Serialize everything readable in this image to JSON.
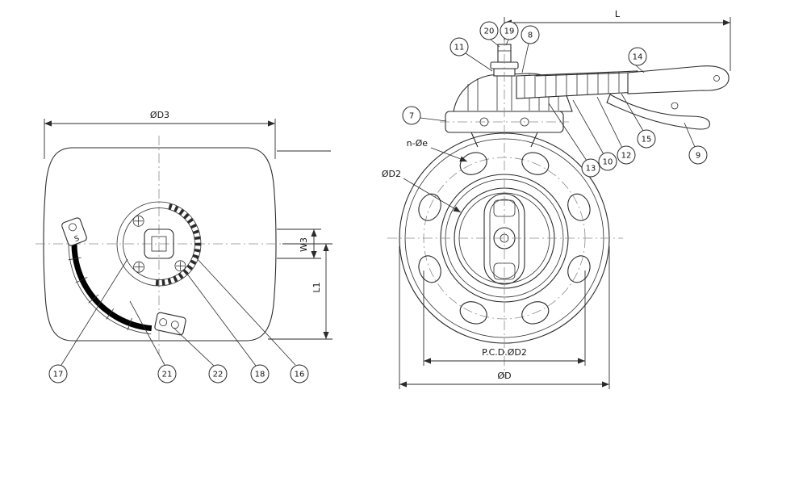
{
  "title": "Butterfly valve technical drawing",
  "top_view": {
    "dims": {
      "d3": "ØD3",
      "w3": "W3",
      "l1": "L1"
    },
    "labels": {
      "s": "S"
    },
    "callouts": {
      "c16": "16",
      "c17": "17",
      "c18": "18",
      "c21": "21",
      "c22": "22"
    }
  },
  "front_view": {
    "dims": {
      "l": "L",
      "pcd": "P.C.D.ØD2",
      "od": "ØD"
    },
    "labels": {
      "n_oe": "n-Øe",
      "od2": "ØD2"
    },
    "callouts": {
      "c7": "7",
      "c8": "8",
      "c9": "9",
      "c10": "10",
      "c11": "11",
      "c12": "12",
      "c13": "13",
      "c14": "14",
      "c15": "15",
      "c19": "19",
      "c20": "20"
    }
  }
}
